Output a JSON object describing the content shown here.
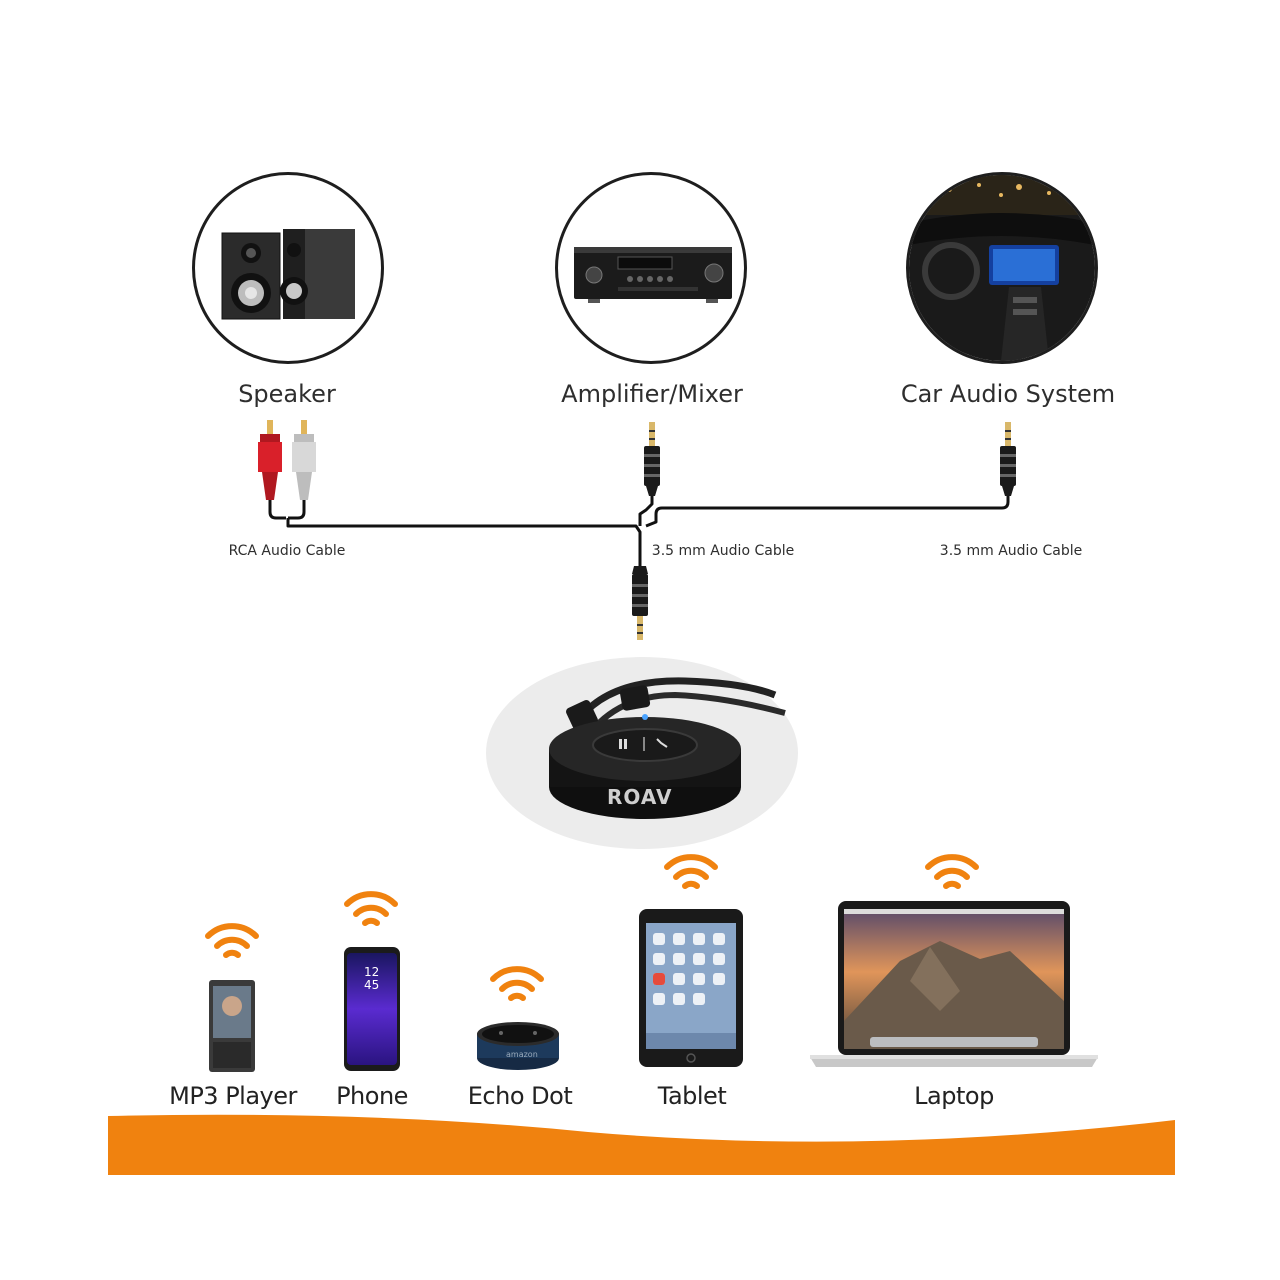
{
  "outputs": [
    {
      "label": "Speaker",
      "icon": "speaker-icon"
    },
    {
      "label": "Amplifier/Mixer",
      "icon": "amplifier-icon"
    },
    {
      "label": "Car Audio System",
      "icon": "car-dashboard-icon"
    }
  ],
  "cables": {
    "rca": "RCA Audio Cable",
    "aux_mid": "3.5 mm Audio Cable",
    "aux_right": "3.5 mm Audio Cable"
  },
  "receiver": {
    "brand": "ROAV"
  },
  "sources": [
    {
      "label": "MP3 Player",
      "icon": "mp3-player-icon"
    },
    {
      "label": "Phone",
      "icon": "phone-icon"
    },
    {
      "label": "Echo Dot",
      "icon": "echo-dot-icon"
    },
    {
      "label": "Tablet",
      "icon": "tablet-icon"
    },
    {
      "label": "Laptop",
      "icon": "laptop-icon"
    }
  ],
  "phone_clock": {
    "hour": "12",
    "minute": "45"
  },
  "echo_brand": "amazon",
  "colors": {
    "accent": "#f0820f",
    "wifi": "#f0820f",
    "cable": "#111111",
    "rca_red": "#d9202a",
    "rca_white": "#d8d8d8"
  }
}
